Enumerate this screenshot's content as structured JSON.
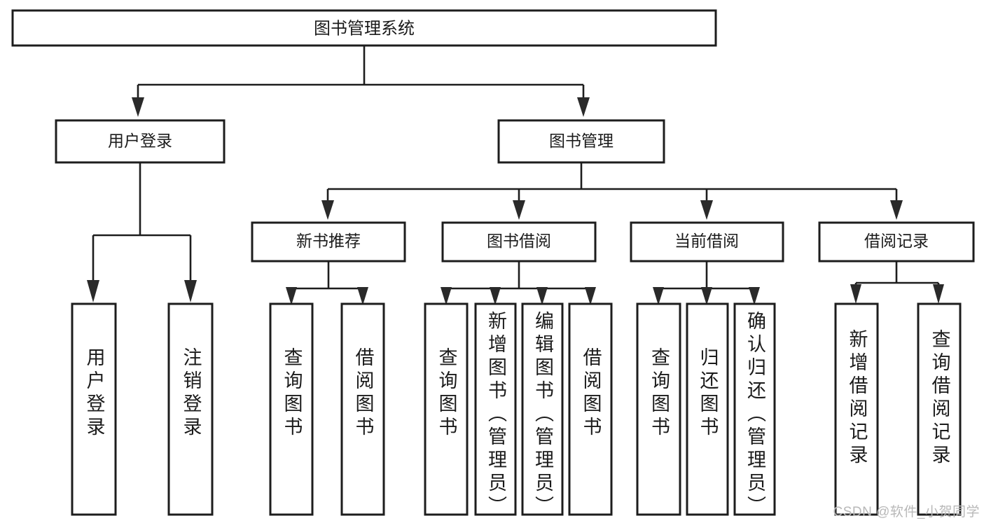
{
  "diagram": {
    "type": "hierarchy-tree",
    "title": "图书管理系统",
    "watermark": "CSDN @软件_小贺同学",
    "colors": {
      "box_stroke": "#1d1d1d",
      "box_fill": "#ffffff",
      "connector": "#1d1d1d",
      "text": "#1b1b1b",
      "watermark": "#b8b8b8",
      "background": "#ffffff"
    },
    "root": {
      "label": "图书管理系统"
    },
    "level2": [
      {
        "id": "user-login",
        "label": "用户登录"
      },
      {
        "id": "book-manage",
        "label": "图书管理"
      }
    ],
    "level3": [
      {
        "id": "new-book-recommend",
        "label": "新书推荐",
        "parent": "book-manage"
      },
      {
        "id": "book-borrow",
        "label": "图书借阅",
        "parent": "book-manage"
      },
      {
        "id": "current-borrow",
        "label": "当前借阅",
        "parent": "book-manage"
      },
      {
        "id": "borrow-record",
        "label": "借阅记录",
        "parent": "book-manage"
      }
    ],
    "leaves": {
      "user-login": [
        {
          "id": "leaf-user-login",
          "label": "用户登录"
        },
        {
          "id": "leaf-logout",
          "label": "注销登录"
        }
      ],
      "new-book-recommend": [
        {
          "id": "leaf-query-book-1",
          "label": "查询图书"
        },
        {
          "id": "leaf-borrow-book-1",
          "label": "借阅图书"
        }
      ],
      "book-borrow": [
        {
          "id": "leaf-query-book-2",
          "label": "查询图书"
        },
        {
          "id": "leaf-add-book",
          "label": "新增图书（管理员）"
        },
        {
          "id": "leaf-edit-book",
          "label": "编辑图书（管理员）"
        },
        {
          "id": "leaf-borrow-book-2",
          "label": "借阅图书"
        }
      ],
      "current-borrow": [
        {
          "id": "leaf-query-book-3",
          "label": "查询图书"
        },
        {
          "id": "leaf-return-book",
          "label": "归还图书"
        },
        {
          "id": "leaf-confirm-return",
          "label": "确认归还（管理员）"
        }
      ],
      "borrow-record": [
        {
          "id": "leaf-add-record",
          "label": "新增借阅记录"
        },
        {
          "id": "leaf-query-record",
          "label": "查询借阅记录"
        }
      ]
    }
  }
}
